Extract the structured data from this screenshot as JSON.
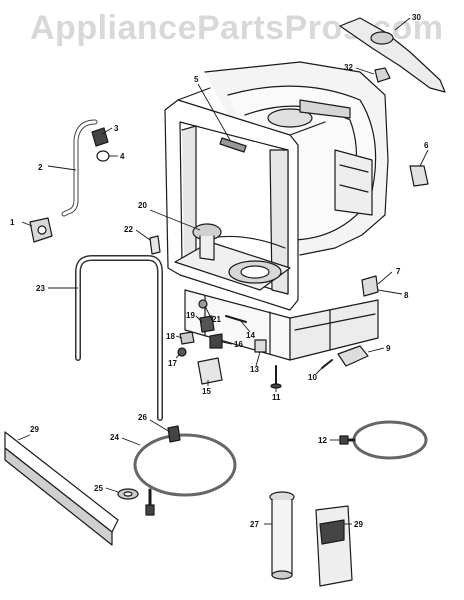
{
  "watermark": "AppliancePartsPros.com",
  "colors": {
    "line": "#1a1a1a",
    "fill": "#f4f4f4",
    "shade": "#bdbdbd",
    "watermark": "#d8d8d8"
  },
  "callouts": [
    "1",
    "2",
    "3",
    "4",
    "5",
    "6",
    "7",
    "8",
    "9",
    "10",
    "11",
    "12",
    "13",
    "14",
    "15",
    "16",
    "17",
    "18",
    "19",
    "20",
    "21",
    "22",
    "23",
    "24",
    "25",
    "26",
    "27",
    "29",
    "29",
    "30",
    "32"
  ]
}
